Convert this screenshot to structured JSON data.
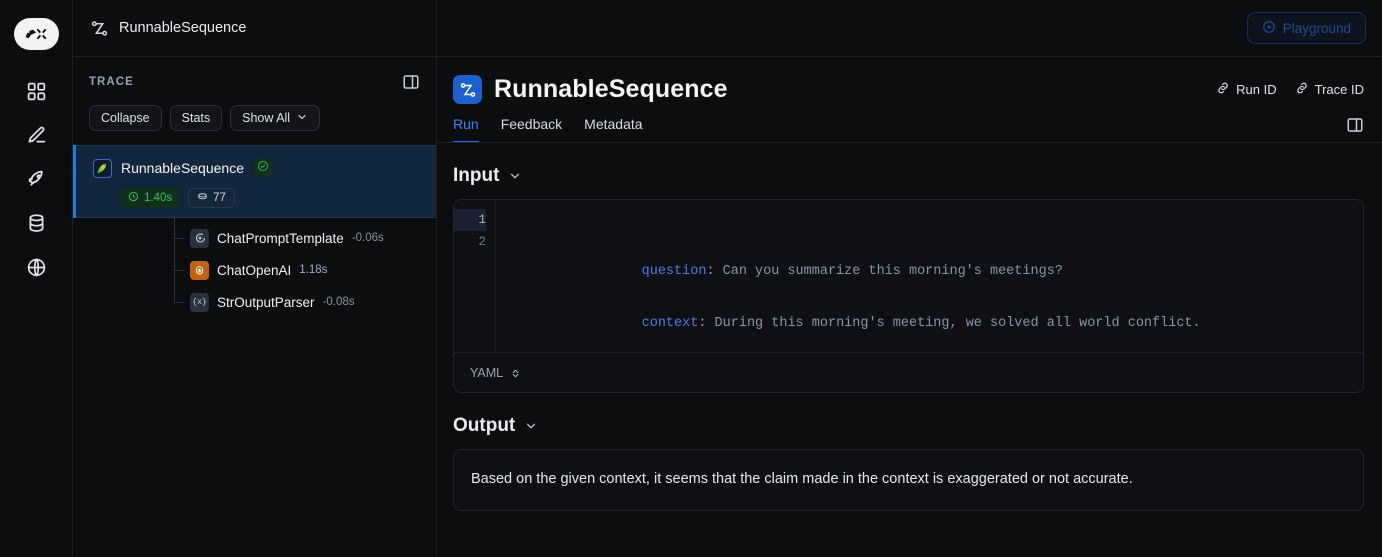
{
  "topbar": {
    "title": "RunnableSequence",
    "icon": "sequence-icon",
    "playground_label": "Playground",
    "playground_icon": "play-circle-icon"
  },
  "rail": {
    "brand_icon": "langsmith-parrot-wrench-logo",
    "items": [
      {
        "name": "dashboard",
        "icon": "grid-icon"
      },
      {
        "name": "annotate",
        "icon": "pencil-icon"
      },
      {
        "name": "deployments",
        "icon": "rocket-icon"
      },
      {
        "name": "datasets",
        "icon": "database-icon"
      },
      {
        "name": "public",
        "icon": "globe-icon"
      }
    ]
  },
  "trace": {
    "label": "TRACE",
    "panel_toggle_icon": "panel-toggle-icon",
    "buttons": [
      {
        "label": "Collapse",
        "icon": ""
      },
      {
        "label": "Stats",
        "icon": ""
      },
      {
        "label": "Show All",
        "icon": "chevron-down-icon"
      }
    ],
    "root": {
      "name": "RunnableSequence",
      "icon": "langchain-parrot-icon",
      "status": "success",
      "status_icon": "check-circle-icon",
      "duration": "1.40s",
      "duration_icon": "clock-icon",
      "tokens": "77",
      "tokens_icon": "token-coin-icon"
    },
    "children": [
      {
        "name": "ChatPromptTemplate",
        "duration": "-0.06s",
        "icon": "prompt-icon",
        "icon_class": "prompt",
        "glyph": "prompt"
      },
      {
        "name": "ChatOpenAI",
        "duration": "1.18s",
        "icon": "openai-icon",
        "icon_class": "openai",
        "glyph": "openai"
      },
      {
        "name": "StrOutputParser",
        "duration": "-0.08s",
        "icon": "braces-x-icon",
        "icon_class": "parser",
        "glyph": "{x}"
      }
    ]
  },
  "main": {
    "title": "RunnableSequence",
    "title_icon": "sequence-icon",
    "run_id_label": "Run ID",
    "run_id_icon": "link-icon",
    "trace_id_label": "Trace ID",
    "trace_id_icon": "link-icon",
    "right_toggle_icon": "panel-toggle-icon",
    "tabs": [
      {
        "label": "Run",
        "active": true
      },
      {
        "label": "Feedback",
        "active": false
      },
      {
        "label": "Metadata",
        "active": false
      }
    ],
    "input": {
      "title": "Input",
      "chevron_icon": "chevron-down-icon",
      "language": "YAML",
      "language_icon": "up-down-chevron-icon",
      "lines": [
        {
          "no": "1",
          "key": "question",
          "value": "Can you summarize this morning's meetings?"
        },
        {
          "no": "2",
          "key": "context",
          "value": "During this morning's meeting, we solved all world conflict."
        }
      ]
    },
    "output": {
      "title": "Output",
      "chevron_icon": "chevron-down-icon",
      "text": "Based on the given context, it seems that the claim made in the context is exaggerated or not accurate."
    }
  },
  "colors": {
    "accent_blue": "#1c7ed6",
    "tab_blue": "#3b82f6",
    "success_green": "#37c35c",
    "openai_orange": "#c2620f",
    "background": "#0c0d0f",
    "selected_row": "#12263d"
  }
}
